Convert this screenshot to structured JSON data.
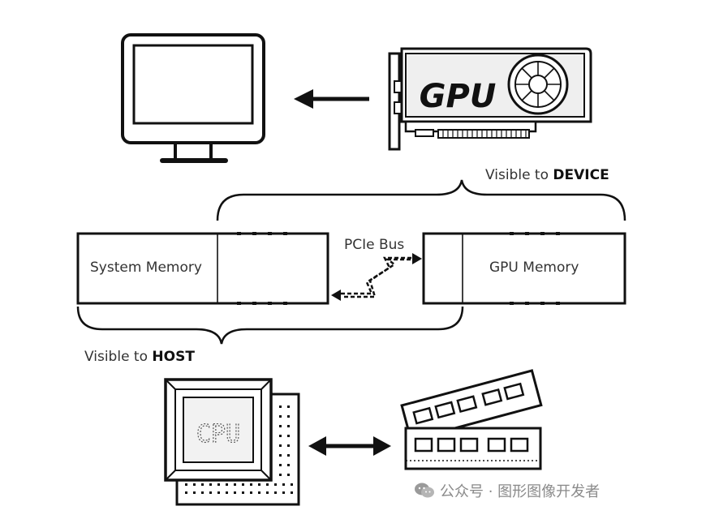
{
  "labels": {
    "gpu_card_text": "GPU",
    "cpu_chip_text": "CPU",
    "system_memory": "System Memory",
    "gpu_memory": "GPU Memory",
    "pcie_bus": "PCIe Bus",
    "visible_device_prefix": "Visible to ",
    "visible_device_bold": "DEVICE",
    "visible_host_prefix": "Visible to ",
    "visible_host_bold": "HOST"
  },
  "watermark": {
    "text": "公众号 · 图形图像开发者",
    "icon": "wechat-icon"
  },
  "colors": {
    "stroke": "#111111",
    "gray_fill": "#e6e6e6",
    "watermark": "#8a8a8a"
  }
}
